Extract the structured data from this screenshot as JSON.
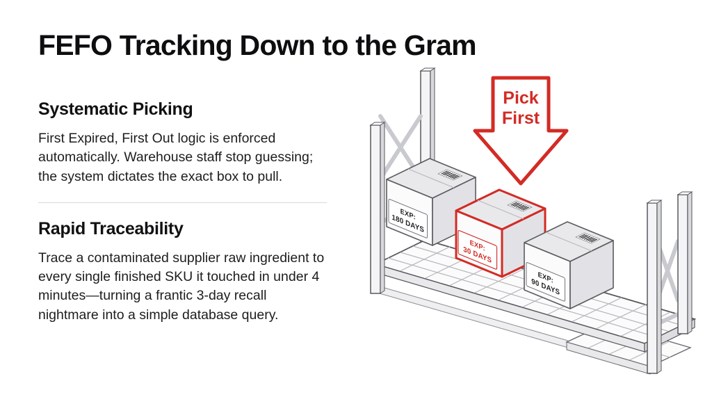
{
  "title": "FEFO Tracking Down to the Gram",
  "sections": [
    {
      "heading": "Systematic Picking",
      "body": "First Expired, First Out logic is enforced automatically. Warehouse staff stop guessing; the system dictates the exact box to pull."
    },
    {
      "heading": "Rapid Traceability",
      "body": "Trace a contaminated supplier raw ingredient to every single finished SKU it touched in under 4 minutes—turning a frantic 3-day recall nightmare into a simple database query."
    }
  ],
  "illustration": {
    "arrow": {
      "line1": "Pick",
      "line2": "First"
    },
    "boxes": [
      {
        "exp_label": "EXP:",
        "days_label": "180 DAYS",
        "highlighted": false
      },
      {
        "exp_label": "EXP:",
        "days_label": "30 DAYS",
        "highlighted": true
      },
      {
        "exp_label": "EXP:",
        "days_label": "90 DAYS",
        "highlighted": false
      }
    ],
    "colors": {
      "highlight_red": "#d32b25",
      "line_gray": "#57585c",
      "mesh_gray": "#b5b6ba"
    }
  }
}
